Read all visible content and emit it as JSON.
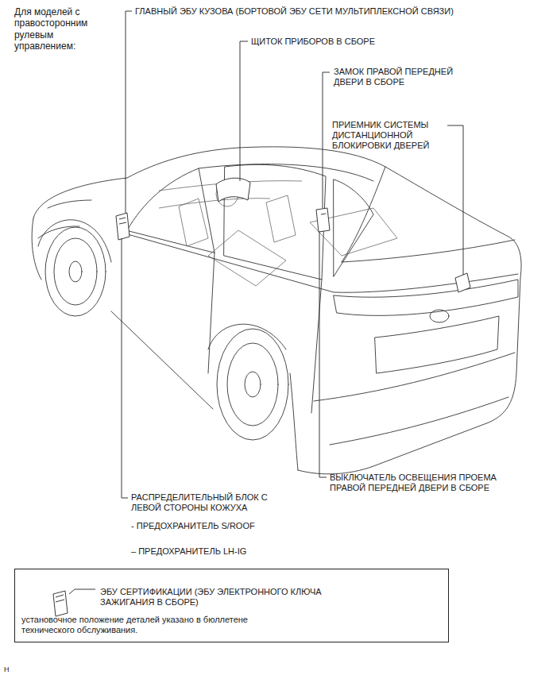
{
  "diagram": {
    "title": "Для моделей с правосторонним рулевым управлением:",
    "nodes": [
      {
        "text": [
          "ЭБУ СЕРТИФИКАЦИИ (ЭБУ ЭЛЕКТРОННОГО КЛЮЧА ЗАЖИГАНИЯ В СБОРЕ)",
          "установочное положение деталей указано в бюллетене технического обслуживания."
        ]
      }
    ],
    "labels": [
      "ГЛАВНЫЙ ЭБУ КУЗОВА (БОРТОВОЙ ЭБУ СЕТИ МУЛЬТИПЛЕКСНОЙ СВЯЗИ)",
      "ЩИТОК ПРИБОРОВ В СБОРЕ",
      "ЗАМОК ПРАВОЙ ПЕРЕДНЕЙ ДВЕРИ В СБОРЕ",
      "ПРИЕМНИК СИСТЕМЫ ДИСТАНЦИОННОЙ БЛОКИРОВКИ ДВЕРЕЙ",
      "ВЫКЛЮЧАТЕЛЬ ОСВЕЩЕНИЯ ПРОЕМА ПРАВОЙ ПЕРЕДНЕЙ ДВЕРИ В СБОРЕ",
      "РАСПРЕДЕЛИТЕЛЬНЫЙ БЛОК С ЛЕВОЙ СТОРОНЫ КОЖУХА",
      "- ПРЕДОХРАНИТЕЛЬ S/ROOF",
      "– ПРЕДОХРАНИТЕЛЬ LH-IG",
      "H"
    ]
  }
}
